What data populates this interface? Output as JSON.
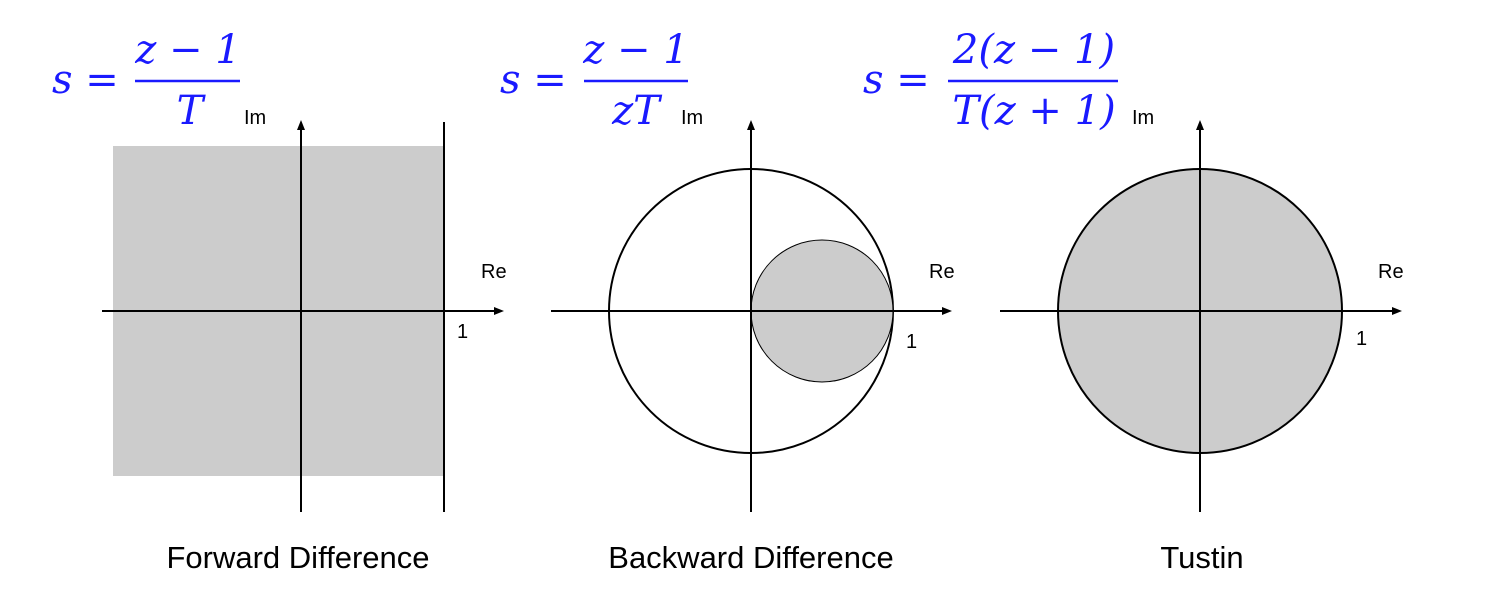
{
  "colors": {
    "formula": "#1a1aff",
    "region": "#cccccc",
    "axis": "#000000"
  },
  "axes": {
    "re": "Re",
    "im": "Im"
  },
  "panels": [
    {
      "caption": "Forward Difference",
      "formula": {
        "lhs": "s =",
        "num": "z − 1",
        "den": "T"
      },
      "tick": "1",
      "region": "half-plane Re(z) < 1 (shaded)"
    },
    {
      "caption": "Backward Difference",
      "formula": {
        "lhs": "s =",
        "num": "z − 1",
        "den": "zT"
      },
      "tick": "1",
      "region": "disk centered at 1/2 with radius 1/2 (shaded) inside unit circle"
    },
    {
      "caption": "Tustin",
      "formula": {
        "lhs": "s =",
        "num": "2(z − 1)",
        "den": "T(z + 1)"
      },
      "tick": "1",
      "region": "unit disk (shaded)"
    }
  ]
}
